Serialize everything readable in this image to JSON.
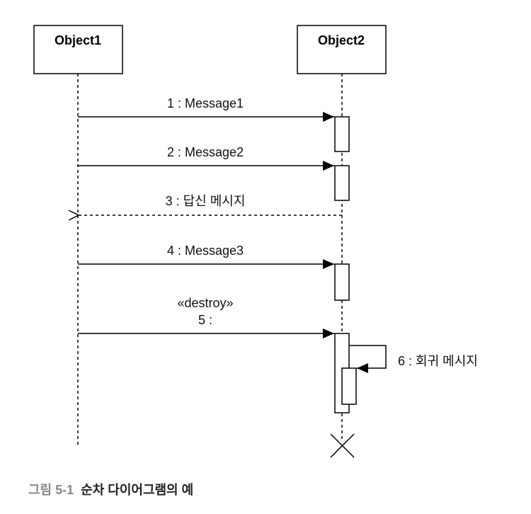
{
  "objects": [
    {
      "label": "Object1"
    },
    {
      "label": "Object2"
    }
  ],
  "messages": [
    {
      "label": "1 : Message1",
      "kind": "sync"
    },
    {
      "label": "2 : Message2",
      "kind": "sync"
    },
    {
      "label": "3 : 답신 메시지",
      "kind": "reply"
    },
    {
      "label": "4 : Message3",
      "kind": "sync"
    },
    {
      "stereotype": "«destroy»",
      "label": "5 :",
      "kind": "sync"
    },
    {
      "label": "6 : 회귀 메시지",
      "kind": "self"
    }
  ],
  "caption": {
    "figure": "그림 5-1",
    "title": "순차 다이어그램의 예"
  }
}
